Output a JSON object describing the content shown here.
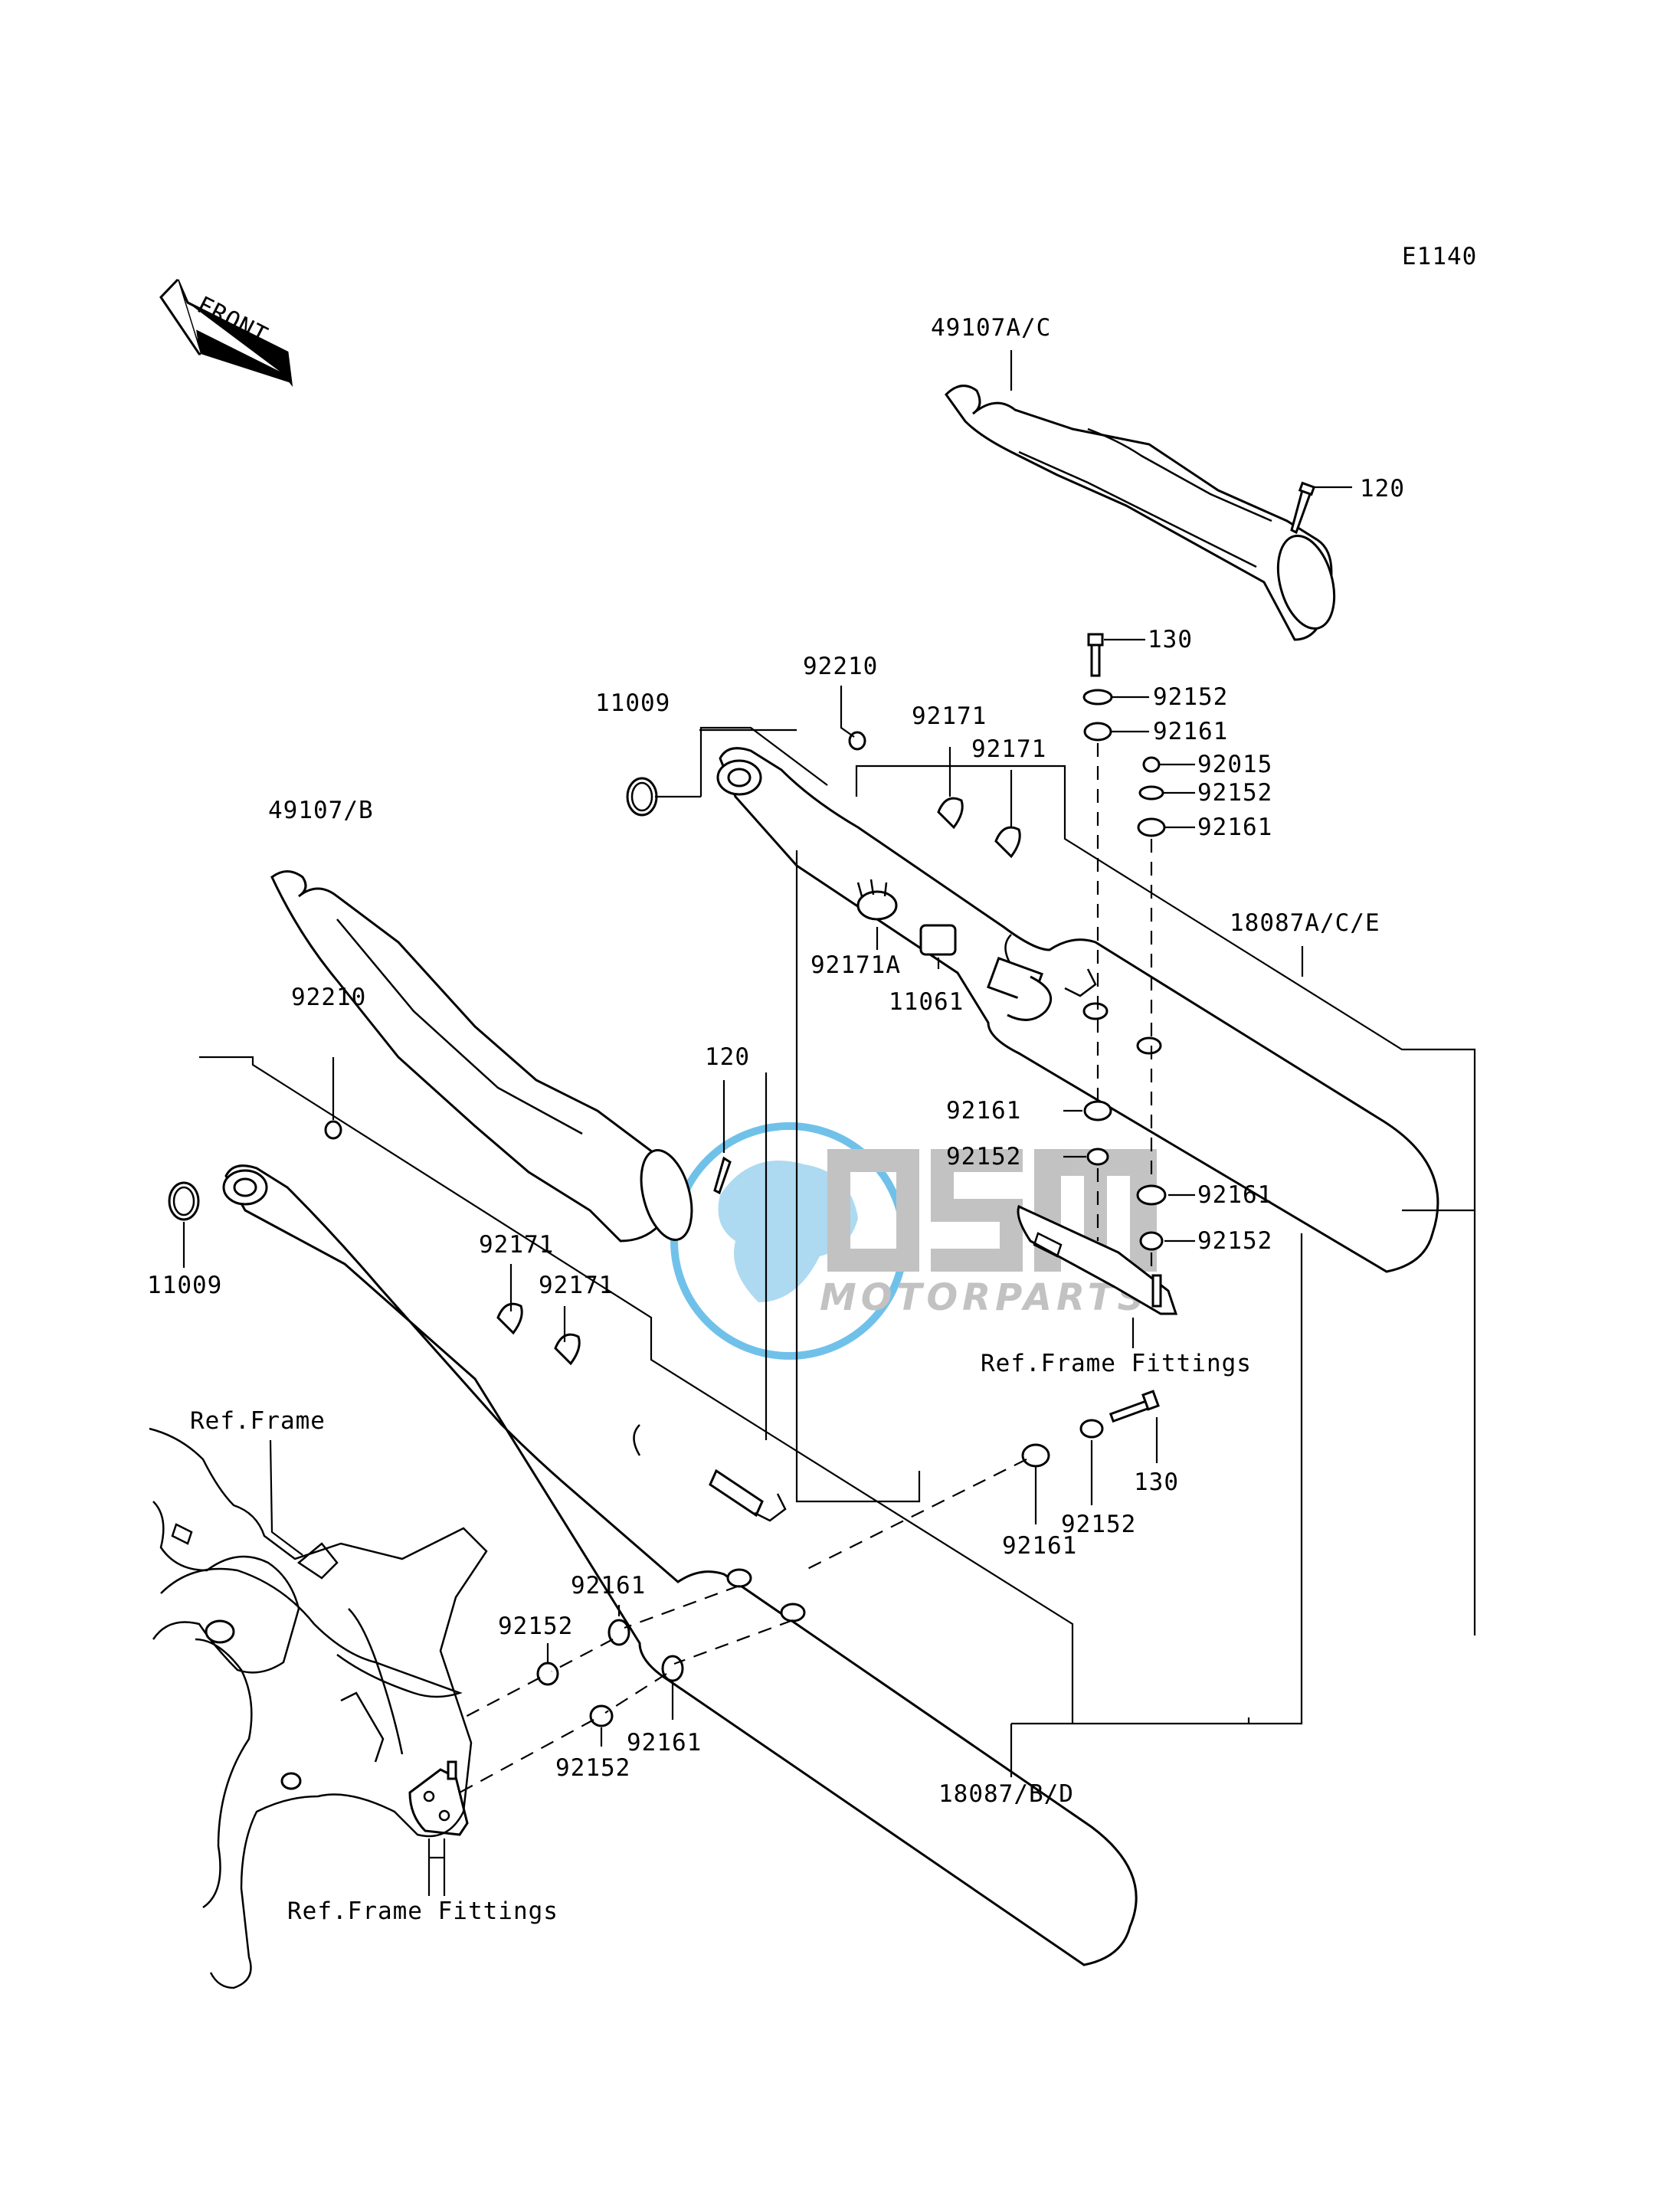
{
  "diagram": {
    "code": "E1140",
    "front_arrow_text": "FRONT",
    "watermark": {
      "brand": "OSM",
      "sub": "MOTORPARTS",
      "color_blue": "#58b7e6",
      "color_grey": "#b8b8b8"
    },
    "labels": [
      {
        "id": "lbl-49107ac",
        "text": "49107A/C"
      },
      {
        "id": "lbl-120-top",
        "text": "120"
      },
      {
        "id": "lbl-130-top",
        "text": "130"
      },
      {
        "id": "lbl-92210-top",
        "text": "92210"
      },
      {
        "id": "lbl-92152-a",
        "text": "92152"
      },
      {
        "id": "lbl-11009-top",
        "text": "11009"
      },
      {
        "id": "lbl-92161-a",
        "text": "92161"
      },
      {
        "id": "lbl-92171-a",
        "text": "92171"
      },
      {
        "id": "lbl-92015",
        "text": "92015"
      },
      {
        "id": "lbl-92171-b",
        "text": "92171"
      },
      {
        "id": "lbl-92152-b",
        "text": "92152"
      },
      {
        "id": "lbl-92161-b",
        "text": "92161"
      },
      {
        "id": "lbl-49107b",
        "text": "49107/B"
      },
      {
        "id": "lbl-18087ace",
        "text": "18087A/C/E"
      },
      {
        "id": "lbl-92171a",
        "text": "92171A"
      },
      {
        "id": "lbl-11061",
        "text": "11061"
      },
      {
        "id": "lbl-92210-left",
        "text": "92210"
      },
      {
        "id": "lbl-120-mid",
        "text": "120"
      },
      {
        "id": "lbl-92161-c",
        "text": "92161"
      },
      {
        "id": "lbl-92152-c",
        "text": "92152"
      },
      {
        "id": "lbl-92161-d",
        "text": "92161"
      },
      {
        "id": "lbl-92152-d",
        "text": "92152"
      },
      {
        "id": "lbl-11009-left",
        "text": "11009"
      },
      {
        "id": "lbl-92171-c",
        "text": "92171"
      },
      {
        "id": "lbl-92171-d",
        "text": "92171"
      },
      {
        "id": "lbl-ref-frame-fittings-right",
        "text": "Ref.Frame Fittings"
      },
      {
        "id": "lbl-130-bottom",
        "text": "130"
      },
      {
        "id": "lbl-ref-frame",
        "text": "Ref.Frame"
      },
      {
        "id": "lbl-92152-e",
        "text": "92152"
      },
      {
        "id": "lbl-92161-e",
        "text": "92161"
      },
      {
        "id": "lbl-92161-f",
        "text": "92161"
      },
      {
        "id": "lbl-92152-f",
        "text": "92152"
      },
      {
        "id": "lbl-92161-g",
        "text": "92161"
      },
      {
        "id": "lbl-92152-g",
        "text": "92152"
      },
      {
        "id": "lbl-18087bd",
        "text": "18087/B/D"
      },
      {
        "id": "lbl-ref-frame-fittings-left",
        "text": "Ref.Frame Fittings"
      }
    ]
  }
}
